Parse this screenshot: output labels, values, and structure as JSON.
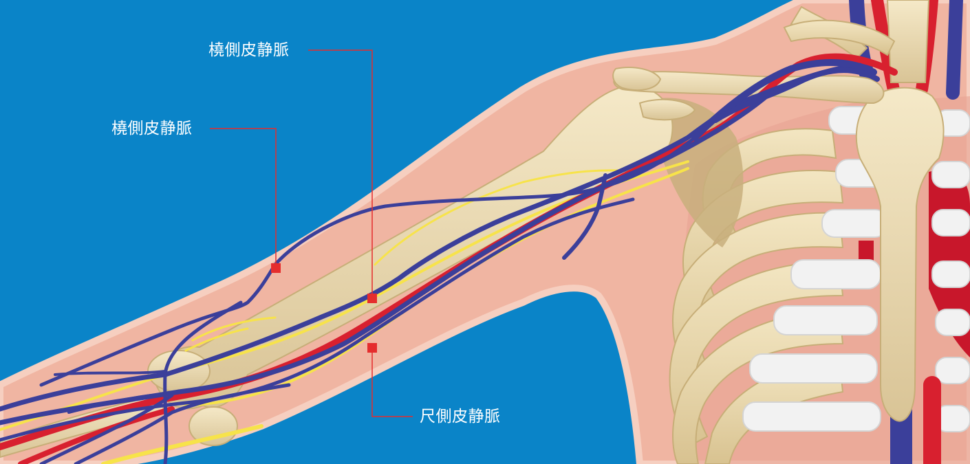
{
  "labels": {
    "upper_cephalic": "橈側皮静脈",
    "lower_cephalic": "橈側皮静脈",
    "basilic": "尺側皮静脈"
  },
  "colors": {
    "background": "#0a84c8",
    "skin": "#f0b5a2",
    "skin_outline": "#f6cfc0",
    "bone": "#ecdcb4",
    "bone_shade": "#c9b27e",
    "cartilage": "#f2f2f2",
    "vein": "#3b3f9a",
    "artery": "#d8202f",
    "nerve": "#f7e34a",
    "marker": "#e52d2d",
    "leader_line": "#e52d2d",
    "label_text": "#ffffff"
  }
}
